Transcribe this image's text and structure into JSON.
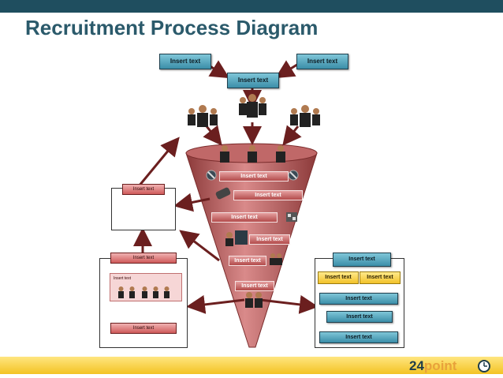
{
  "title": "Recruitment Process Diagram",
  "top": {
    "left_label": "Insert text",
    "right_label": "Insert text",
    "center_label": "Insert text"
  },
  "funnel": {
    "labels": [
      "Insert text",
      "Insert text",
      "Insert text",
      "Insert text",
      "Insert text",
      "Insert text"
    ]
  },
  "left_top_panel": {
    "label": "Insert text"
  },
  "left_bottom_panel": {
    "top_label": "Insert text",
    "inner_label": "Insert text",
    "bottom_label": "Insert text"
  },
  "right_panel": {
    "header": "Insert text",
    "gold_left": "Insert text",
    "gold_right": "Insert text",
    "steps": [
      "Insert text",
      "Insert text",
      "Insert text"
    ]
  },
  "logo": {
    "number": "24",
    "word": "point"
  },
  "colors": {
    "topbar": "#1f4e5f",
    "title": "#2b5a6b",
    "funnel": "#a84c4c",
    "arrow": "#6b1f1f",
    "teal": "#3b8ea8",
    "gold": "#f2c22a"
  },
  "icons": [
    "people-group-icon",
    "person-icon",
    "no-entry-icon",
    "handshake-icon",
    "chess-icon",
    "qualification-chart-icon"
  ]
}
